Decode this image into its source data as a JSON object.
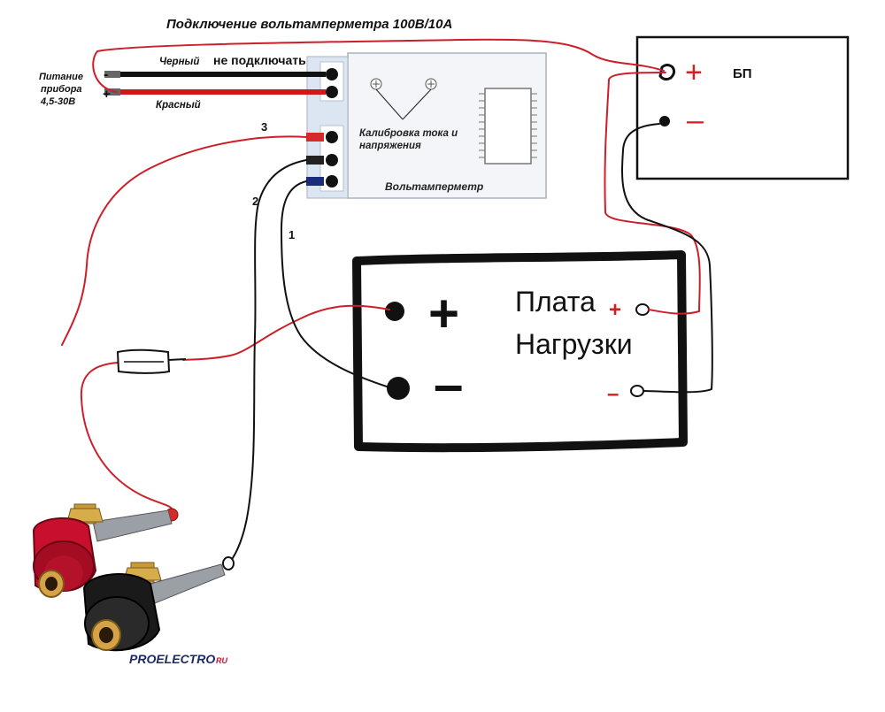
{
  "title": "Подключение вольтамперметра 100В/10А",
  "power_label": {
    "line1": "Питание",
    "line2": "прибора",
    "line3": "4,5-30В"
  },
  "wire_labels": {
    "minus": "-",
    "plus": "+",
    "black": "Черный",
    "red": "Красный",
    "not_connect": "не подключать"
  },
  "wire_numbers": {
    "one": "1",
    "two": "2",
    "three": "3"
  },
  "meter": {
    "calibration_line1": "Калибровка тока и",
    "calibration_line2": "напряжения",
    "name": "Вольтамперметр"
  },
  "psu": {
    "name": "БП",
    "plus": "+",
    "minus": "–"
  },
  "load": {
    "name_line1": "Плата",
    "name_line2": "Нагрузки",
    "plus": "+",
    "minus": "–",
    "out_plus": "+",
    "out_minus": "–"
  },
  "watermark": {
    "brand": "PROELECTRO",
    "suffix": "RU"
  },
  "colors": {
    "red_wire": "#cc1f2a",
    "black_wire": "#111111",
    "board_bg": "#f3f5f8",
    "terminal_strip": "#dce6f3",
    "jack_red": "#c8102e",
    "jack_black": "#1a1a1a",
    "brass": "#c99a3a"
  }
}
